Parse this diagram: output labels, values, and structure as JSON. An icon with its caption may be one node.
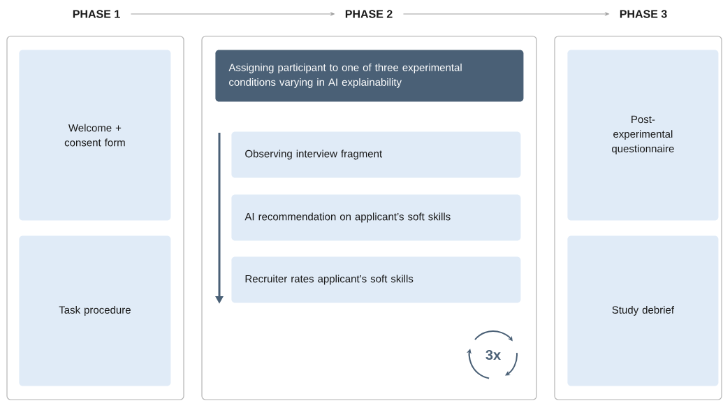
{
  "diagram": {
    "nodes": [
      {
        "text": [
          "PHASE 1"
        ]
      },
      {
        "text": [
          "PHASE 2"
        ]
      },
      {
        "text": [
          "PHASE 3"
        ]
      },
      {
        "text": [],
        "shape": "box"
      },
      {
        "text": [
          "Welcome + consent form"
        ],
        "in": 3
      },
      {
        "text": [
          "Task procedure"
        ],
        "in": 3
      },
      {
        "text": [],
        "shape": "box"
      },
      {
        "text": [
          "Assigning participant to one of three experimental conditions varying in AI explainability"
        ],
        "in": 6
      },
      {
        "text": [
          "Observing interview fragment"
        ],
        "in": 6
      },
      {
        "text": [
          "AI  recommendation on applicant’s soft skills"
        ],
        "in": 6
      },
      {
        "text": [
          "Recruiter rates applicant’s soft skills"
        ],
        "in": 6
      },
      {
        "text": [],
        "shape": "box"
      },
      {
        "text": [
          "Post-experimental questionnaire"
        ],
        "in": 11
      },
      {
        "text": [
          "Study debrief"
        ],
        "in": 11
      }
    ],
    "edges": [
      {
        "from": 0,
        "to": 1,
        "arrow": "to"
      },
      {
        "from": 1,
        "to": 2,
        "arrow": "to"
      }
    ],
    "labels": [
      "3x"
    ]
  }
}
